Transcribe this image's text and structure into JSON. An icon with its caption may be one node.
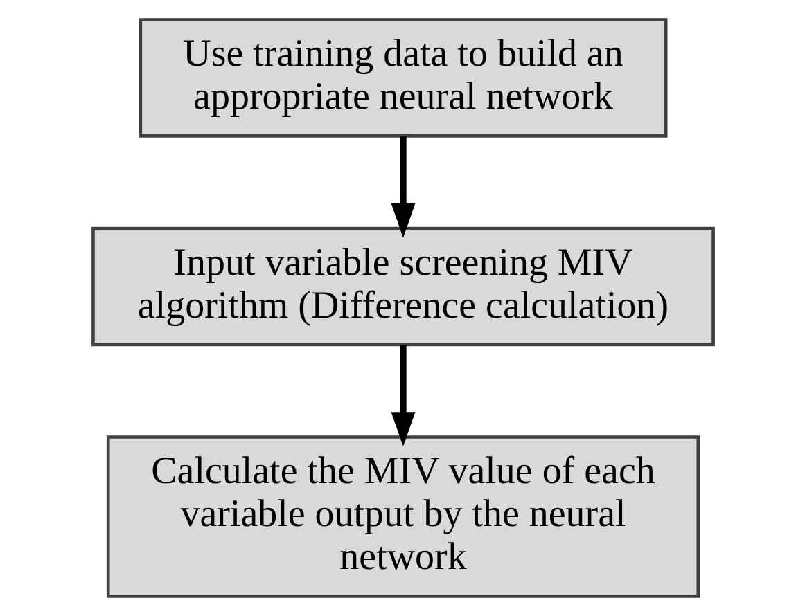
{
  "diagram": {
    "nodes": [
      {
        "text": [
          "Use training data to build an appropriate neural network"
        ]
      },
      {
        "text": [
          "Input variable screening MIV algorithm (Difference calculation)"
        ]
      },
      {
        "text": [
          "Calculate the MIV value of each variable output by the neural network"
        ]
      }
    ],
    "edges": [
      {
        "from": 0,
        "to": 1,
        "arrow": "to"
      },
      {
        "from": 1,
        "to": 2,
        "arrow": "to"
      }
    ]
  }
}
